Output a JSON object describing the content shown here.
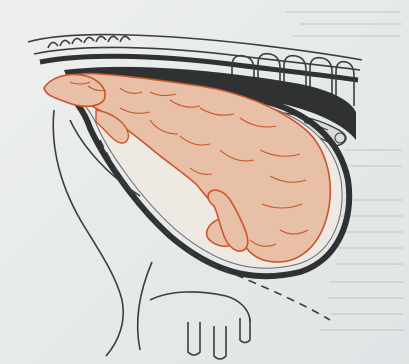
{
  "image": {
    "kind": "book illustration",
    "style": "line drawing with orange-red fetus overlay",
    "subject_parts": [
      "spine-and-vertebrae",
      "ribs",
      "uterus",
      "fetus",
      "abdominal-wall",
      "udder"
    ]
  },
  "colors": {
    "paper": "#e9ecec",
    "ink": "#3d3d3d",
    "dark_fill": "#2f3132",
    "fetus_fill": "#e8bfa7",
    "fetus_line": "#c9562a",
    "bleed_text": "#a9b0b6"
  }
}
